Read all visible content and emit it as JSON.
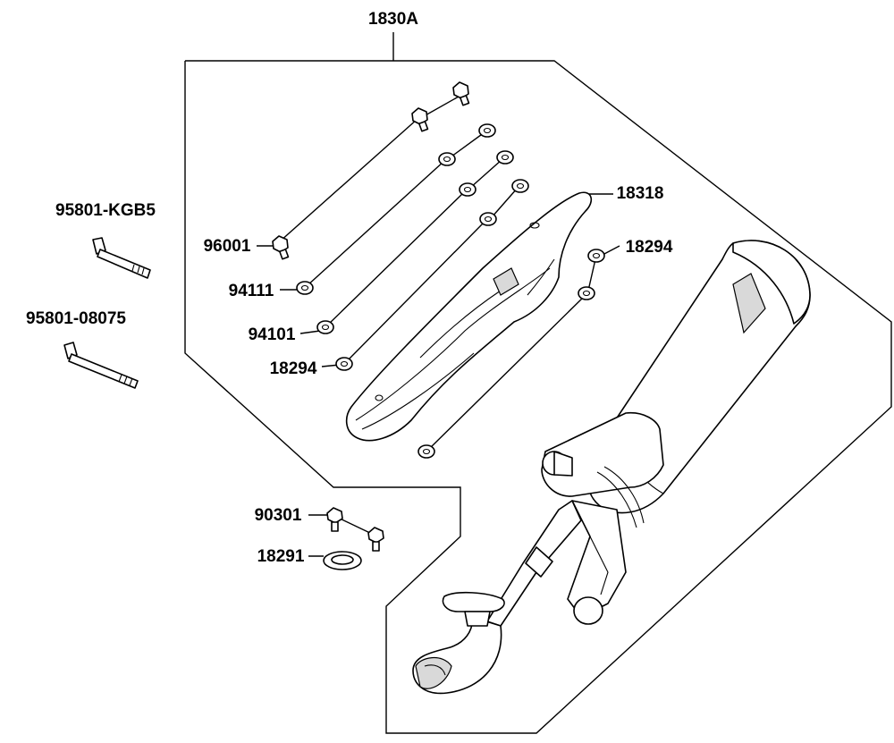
{
  "labels": {
    "assembly": "1830A",
    "bolt_long_a": "95801-KGB5",
    "bolt_long_b": "95801-08075",
    "bolt_small": "96001",
    "washer_a": "94111",
    "nut_a": "94101",
    "nut_left": "18294",
    "heat_guard": "18318",
    "nut_right": "18294",
    "clip": "90301",
    "gasket": "18291"
  }
}
